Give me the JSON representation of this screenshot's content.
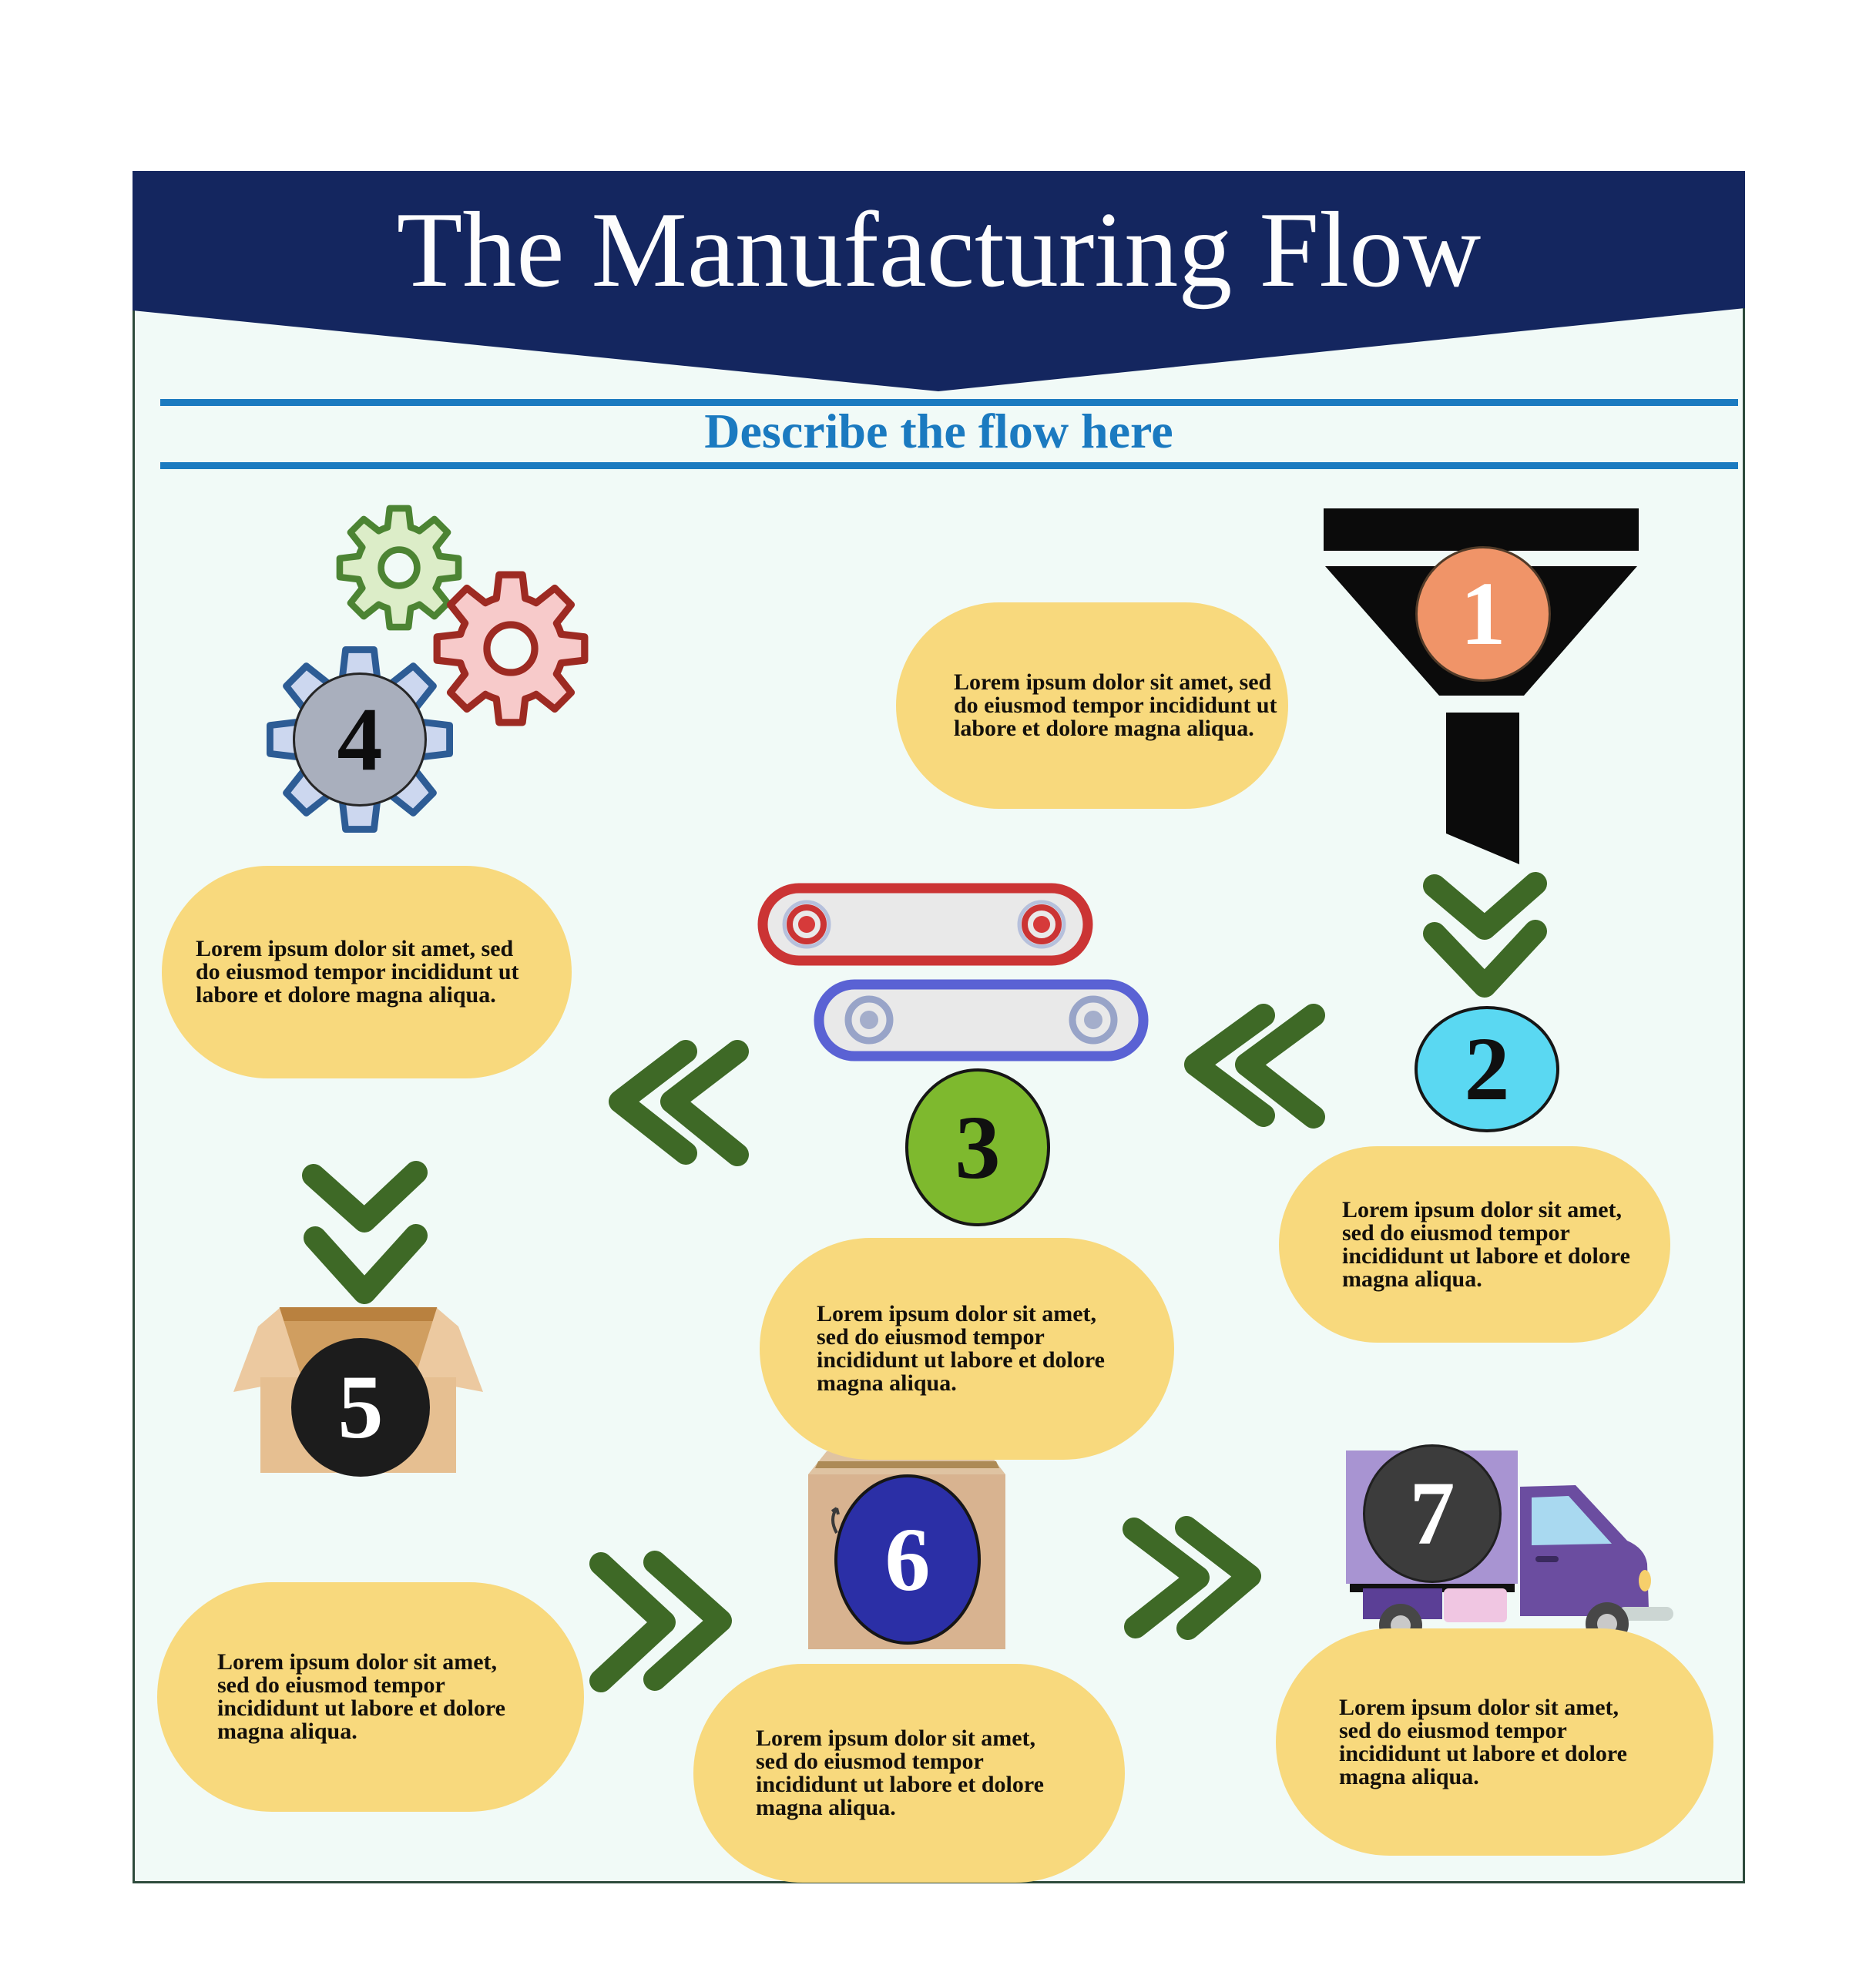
{
  "title": "The Manufacturing Flow",
  "subtitle": "Describe the flow here",
  "colors": {
    "banner_navy": "#14265f",
    "subtitle_blue": "#1b7ac0",
    "bubble_yellow": "#f8d97d",
    "arrow_green": "#3e6926",
    "frame_border": "#2e4b3c",
    "background": "#f1faf7"
  },
  "steps": [
    {
      "number": "1",
      "icon": "funnel-icon",
      "circle_color": "#f09468",
      "lines": [
        "Lorem ipsum dolor sit amet, sed",
        "do eiusmod tempor incididunt ut",
        "labore et dolore magna aliqua."
      ]
    },
    {
      "number": "2",
      "icon": "circle-marker",
      "circle_color": "#5ad8f2",
      "lines": [
        "Lorem ipsum dolor sit amet,",
        "sed do eiusmod tempor",
        "incididunt ut labore et dolore",
        "magna aliqua."
      ]
    },
    {
      "number": "3",
      "icon": "conveyor-icon",
      "circle_color": "#7eb92e",
      "lines": [
        "Lorem ipsum dolor sit amet,",
        "sed do eiusmod tempor",
        "incididunt ut labore et dolore",
        "magna aliqua."
      ]
    },
    {
      "number": "4",
      "icon": "gears-icon",
      "circle_color": "#a9afbd",
      "lines": [
        "Lorem ipsum dolor sit amet, sed",
        "do eiusmod tempor incididunt ut",
        "labore et dolore magna aliqua."
      ]
    },
    {
      "number": "5",
      "icon": "open-box-icon",
      "circle_color": "#1c1c1c",
      "lines": [
        "Lorem ipsum dolor sit amet,",
        "sed do eiusmod tempor",
        "incididunt ut labore et dolore",
        "magna aliqua."
      ]
    },
    {
      "number": "6",
      "icon": "closed-box-icon",
      "circle_color": "#2b2fa6",
      "lines": [
        "Lorem ipsum dolor sit amet,",
        "sed do eiusmod tempor",
        "incididunt ut labore et dolore",
        "magna aliqua."
      ]
    },
    {
      "number": "7",
      "icon": "truck-icon",
      "circle_color": "#3c3c3c",
      "lines": [
        "Lorem ipsum dolor sit amet,",
        "sed do eiusmod tempor",
        "incididunt ut labore et dolore",
        "magna aliqua."
      ]
    }
  ]
}
